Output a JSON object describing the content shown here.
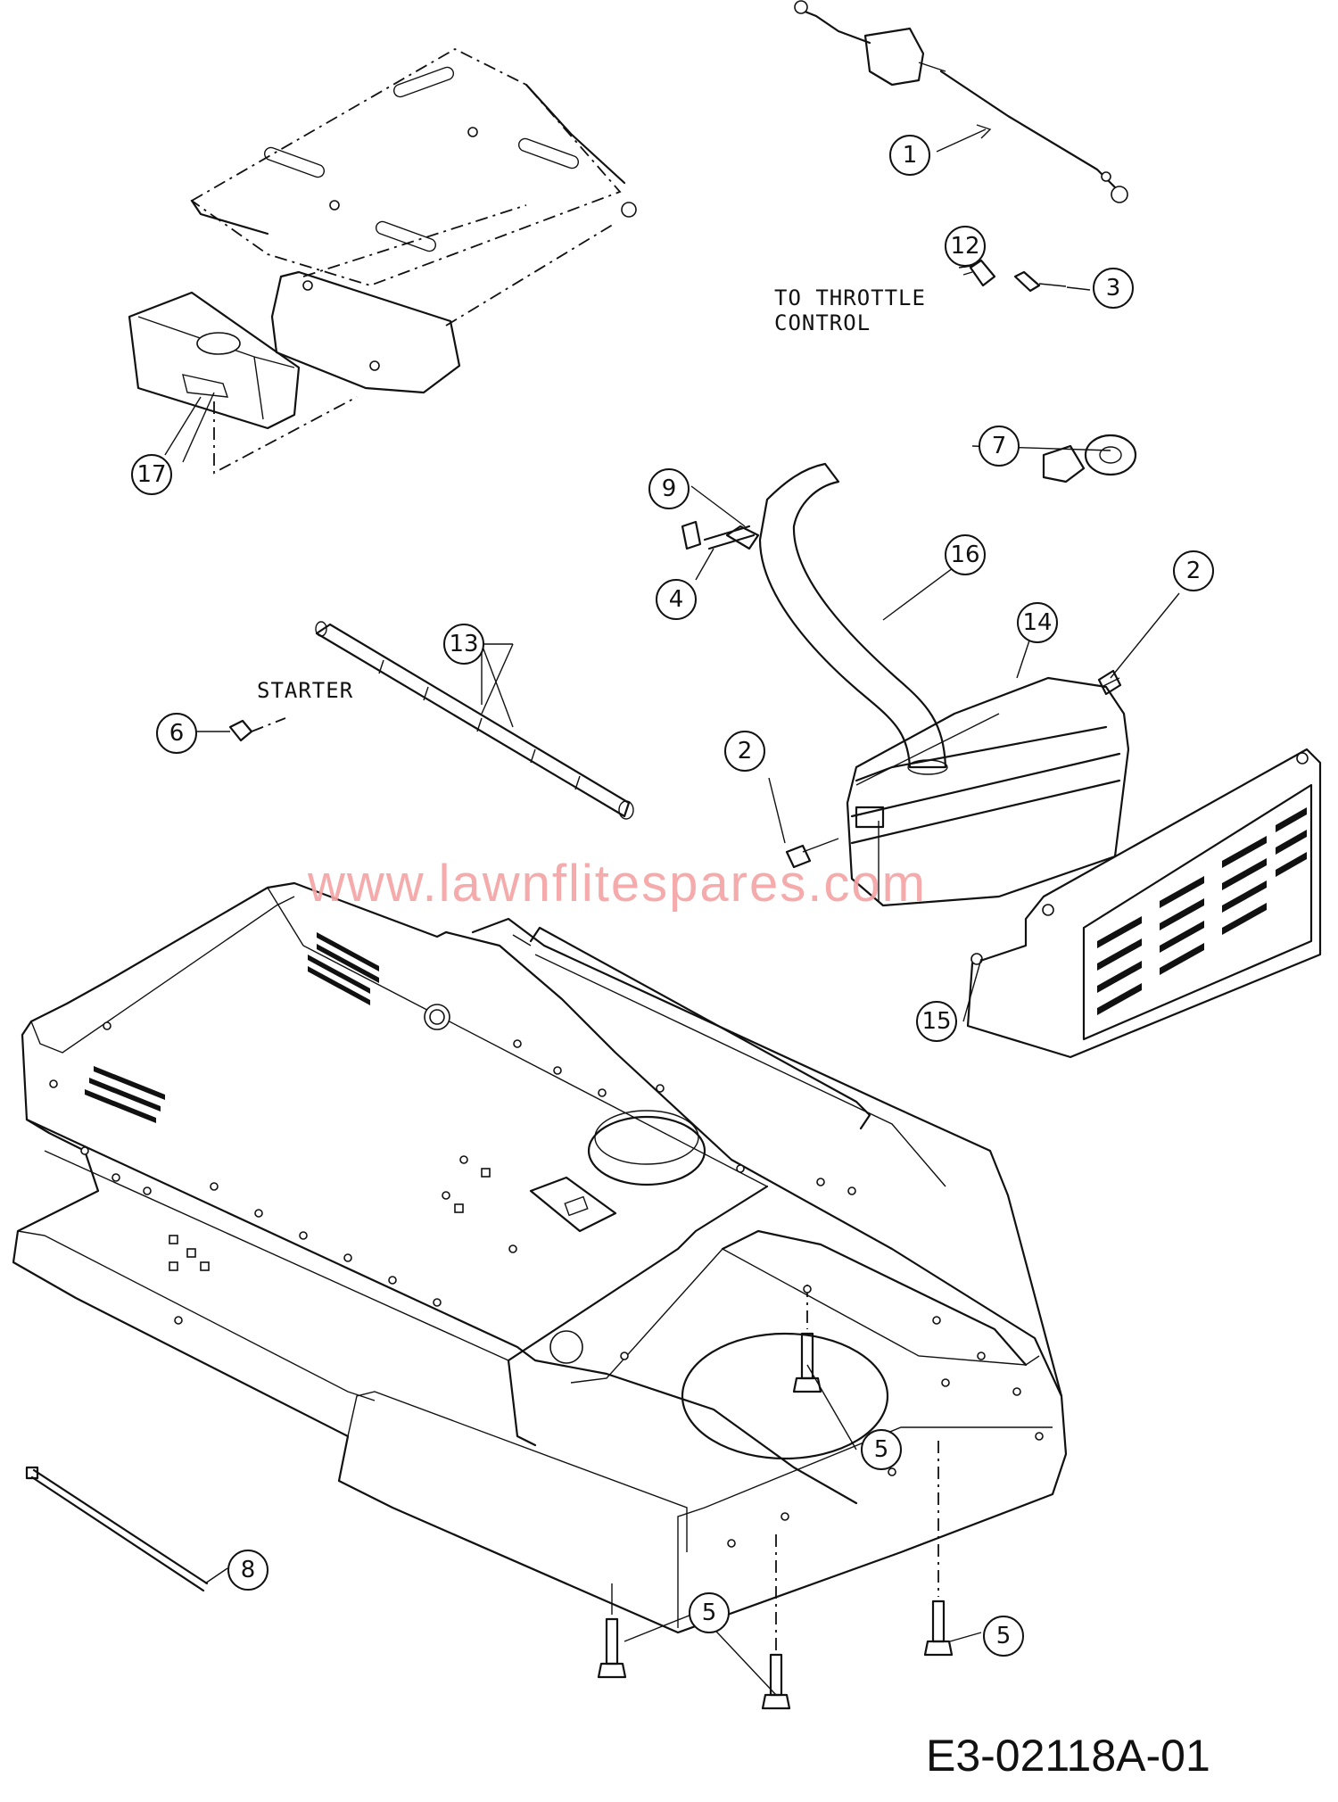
{
  "drawing_number": "E3-02118A-01",
  "watermark": "www.lawnflitespares.com",
  "labels": {
    "throttle_line1": "TO THROTTLE",
    "throttle_line2": "CONTROL",
    "starter": "STARTER"
  },
  "callouts": [
    "1",
    "12",
    "3",
    "17",
    "7",
    "9",
    "16",
    "2",
    "14",
    "4",
    "13",
    "6",
    "2",
    "15",
    "5",
    "8",
    "5",
    "5"
  ]
}
